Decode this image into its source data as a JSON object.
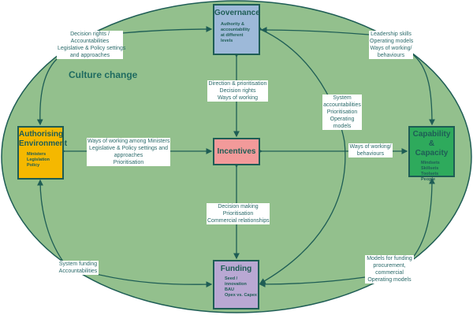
{
  "title": "Culture change",
  "nodes": {
    "governance": {
      "title": "Governance",
      "items": [
        "Authority &",
        "accountability",
        "at different",
        "levels"
      ]
    },
    "authorising": {
      "title_lines": [
        "Authorising",
        "Environment"
      ],
      "items": [
        "Ministers",
        "Legislation",
        "Policy"
      ]
    },
    "incentives": {
      "title": "Incentives"
    },
    "capability": {
      "title_lines": [
        "Capability &",
        "Capacity"
      ],
      "items": [
        "Mindsets",
        "Skillsets",
        "Toolsets",
        "People"
      ]
    },
    "funding": {
      "title": "Funding",
      "items": [
        "Seed /",
        "innovation",
        "BAU",
        "Opex vs. Capex"
      ]
    }
  },
  "labels": {
    "auth_gov": [
      "Decision rights /",
      "Accountabilities",
      "Legislative & Policy settings",
      "and approaches"
    ],
    "gov_inc": [
      "Direction & prioritisation",
      "Decision rights",
      "Ways of working"
    ],
    "auth_inc": [
      "Ways of working among Ministers",
      "Legislative & Policy settings and",
      "approaches",
      "Prioritisation"
    ],
    "gov_fund": [
      "System",
      "accountabilities",
      "Prioritisation",
      "Operating",
      "models"
    ],
    "inc_cap": [
      "Ways of working/",
      "behaviours"
    ],
    "gov_cap": [
      "Leadership skills",
      "Operating models",
      "Ways of working/",
      "behaviours"
    ],
    "inc_fund": [
      "Decision making",
      "Prioritisation",
      "Commercial relationships"
    ],
    "auth_fund": [
      "System funding",
      "Accountabilities"
    ],
    "fund_cap": [
      "Models for funding",
      "procurement,",
      "commercial",
      "Operating models"
    ]
  },
  "colors": {
    "ellipse": "#93c08d",
    "line": "#1e5d55",
    "governance": "#9db9d9",
    "authorising": "#f5b800",
    "incentives": "#f29a9a",
    "capability": "#2eaa5c",
    "funding": "#b9a8d3"
  }
}
